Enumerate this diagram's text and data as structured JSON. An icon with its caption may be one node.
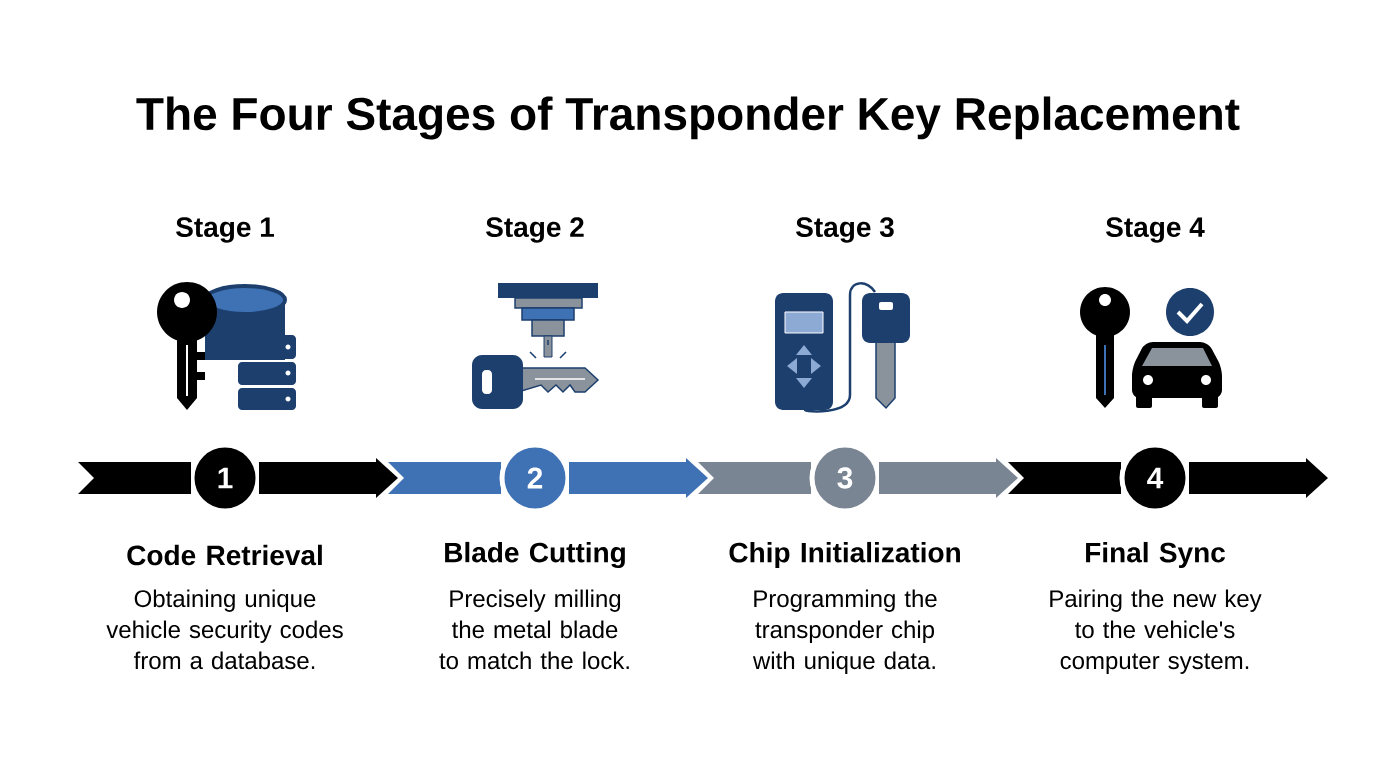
{
  "diagram": {
    "title": "The Four Stages of Transponder Key Replacement",
    "nodes": [
      {
        "text": [
          "1"
        ],
        "beside": [
          "Code Retrieval",
          "Obtaining unique vehicle security codes from a database."
        ]
      },
      {
        "text": [
          "2"
        ],
        "beside": [
          "Blade Cutting",
          "Precisely milling the metal blade to match the lock."
        ]
      },
      {
        "text": [
          "3"
        ],
        "beside": [
          "Chip Initialization",
          "Programming the transponder chip with unique data."
        ]
      },
      {
        "text": [
          "4"
        ],
        "beside": [
          "Final Sync",
          "Pairing the new key to the vehicle's computer system."
        ]
      }
    ],
    "edges": [
      {
        "from": null,
        "to": 0,
        "arrow": "none"
      },
      {
        "from": 0,
        "to": 1,
        "arrow": "to"
      },
      {
        "from": 1,
        "to": 2,
        "arrow": "to"
      },
      {
        "from": 2,
        "to": 3,
        "arrow": "to"
      },
      {
        "from": 3,
        "to": null,
        "arrow": "to"
      }
    ],
    "labels": [
      "Stage 1",
      "Stage 2",
      "Stage 3",
      "Stage 4"
    ]
  }
}
